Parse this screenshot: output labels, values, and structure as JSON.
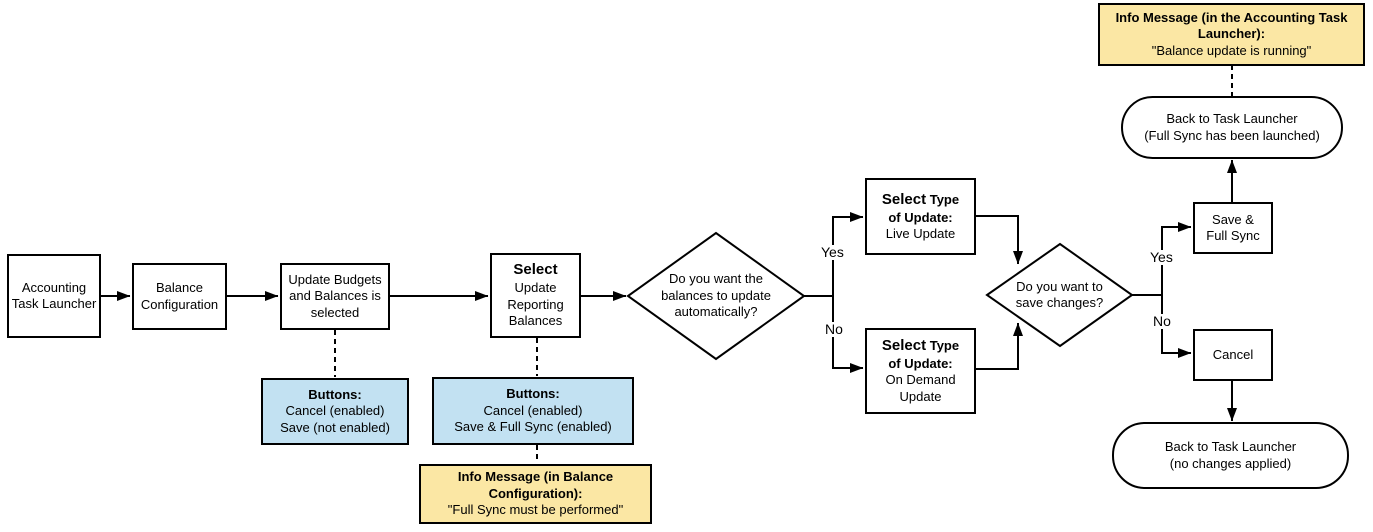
{
  "colors": {
    "note_blue": "#C2E1F2",
    "note_yellow": "#FBE7A4",
    "stroke": "#000000",
    "node_fill": "#FFFFFF"
  },
  "nodes": {
    "accounting_task_launcher": {
      "label": "Accounting Task Launcher"
    },
    "balance_configuration": {
      "label": "Balance Configuration"
    },
    "update_budgets": {
      "label": "Update Budgets and Balances is selected"
    },
    "select_update_reporting": {
      "head": "Select",
      "body": "Update Reporting Balances"
    },
    "decision_auto_update": {
      "label": "Do you want the balances to update automatically?"
    },
    "select_type_live": {
      "head_big": "Select",
      "head_small": "Type",
      "head_line2": "of Update:",
      "body": "Live Update"
    },
    "select_type_on_demand": {
      "head_big": "Select",
      "head_small": "Type",
      "head_line2": "of Update:",
      "body": "On Demand Update"
    },
    "decision_save": {
      "label": "Do you want to save changes?"
    },
    "save_full_sync": {
      "label": "Save & Full Sync"
    },
    "cancel": {
      "label": "Cancel"
    },
    "back_full_sync": {
      "line1": "Back to Task Launcher",
      "line2": "(Full Sync has been launched)"
    },
    "back_no_changes": {
      "line1": "Back to Task Launcher",
      "line2": "(no changes applied)"
    },
    "note_buttons_budgets": {
      "head": "Buttons:",
      "line1": "Cancel (enabled)",
      "line2": "Save (not enabled)"
    },
    "note_buttons_reporting": {
      "head": "Buttons:",
      "line1": "Cancel (enabled)",
      "line2": "Save & Full Sync (enabled)"
    },
    "note_info_balance": {
      "head": "Info Message (in Balance Configuration):",
      "body": "\"Full Sync must be performed\""
    },
    "note_info_accounting": {
      "head": "Info Message (in the Accounting Task Launcher):",
      "body": "\"Balance update is running\""
    }
  },
  "edge_labels": {
    "auto_yes": "Yes",
    "auto_no": "No",
    "save_yes": "Yes",
    "save_no": "No"
  }
}
